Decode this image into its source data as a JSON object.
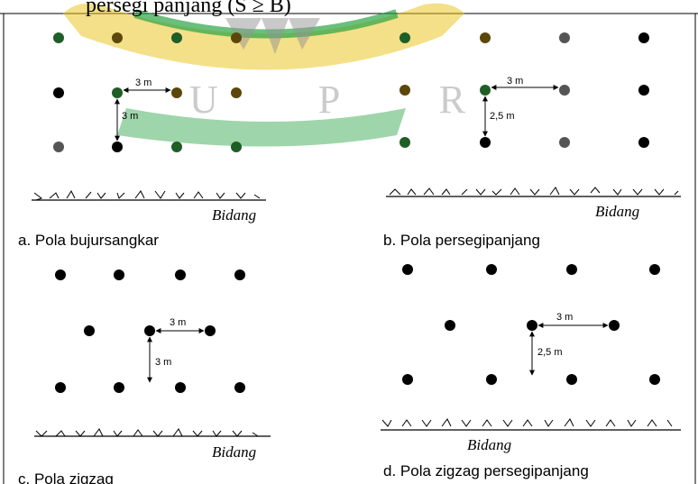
{
  "heading": "persegi panjang (S ≥ B)",
  "watermark": {
    "text": "U P R",
    "colors": {
      "green": "#1f9e3a",
      "yellow": "#e9c21c",
      "gray": "#8e8e8e"
    }
  },
  "colors": {
    "dot_dark": "#000000",
    "dot_green": "#1f5e26",
    "dot_brown": "#5c4709",
    "dot_gray": "#555555",
    "line": "#000000"
  },
  "ground_label": "Bidang",
  "panels": [
    {
      "id": "a",
      "caption": "a. Pola bujursangkar",
      "h_label": "3 m",
      "v_label": "3 m"
    },
    {
      "id": "b",
      "caption": "b. Pola persegipanjang",
      "h_label": "3 m",
      "v_label": "2,5 m"
    },
    {
      "id": "c",
      "caption": "c. Pola zigzag",
      "h_label": "3 m",
      "v_label": "3 m"
    },
    {
      "id": "d",
      "caption": "d. Pola zigzag persegipanjang",
      "h_label": "3 m",
      "v_label": "2,5 m"
    }
  ]
}
